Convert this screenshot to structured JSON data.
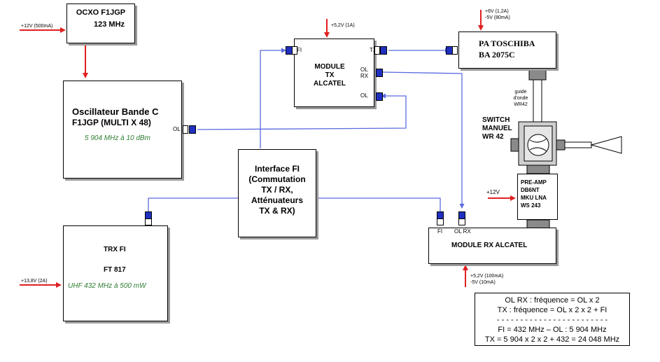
{
  "colors": {
    "signal_line": "#5a6adf",
    "power_arrow": "#e02020",
    "port": "#1f2fbf",
    "green_text": "#2e7d32"
  },
  "ocxo": {
    "title": "OCXO F1JGP",
    "freq": "123 MHz",
    "power": "+12V (500mA)"
  },
  "oscillator": {
    "line1": "Oscillateur Bande C",
    "line2": "F1JGP (MULTI X 48)",
    "freq": "5 904 MHz à 10 dBm",
    "port": "OL"
  },
  "module_tx": {
    "line1": "MODULE",
    "line2": "TX",
    "line3": "ALCATEL",
    "power": "+5,2V (1A)",
    "port_fi": "FI",
    "port_tx": "TX",
    "port_ol_rx_1": "OL",
    "port_ol_rx_2": "RX",
    "port_ol": "OL"
  },
  "pa": {
    "line1": "PA TOSCHIBA",
    "line2": "BA 2075C",
    "power1": "+6V (1,2A)",
    "power2": "-5V (80mA)"
  },
  "waveguide": {
    "line1": "guide",
    "line2": "d'onde",
    "line3": "WR42"
  },
  "switch": {
    "line1": "SWITCH",
    "line2": "MANUEL",
    "line3": "WR 42"
  },
  "preamp": {
    "line1": "PRE-AMP",
    "line2": "DB6NT",
    "line3": "MKU LNA",
    "line4": "WS 243",
    "power": "+12V"
  },
  "interface": {
    "line1": "Interface FI",
    "line2": "(Commutation",
    "line3": "TX / RX,",
    "line4": "Atténuateurs",
    "line5": "TX & RX)"
  },
  "trx": {
    "line1": "TRX FI",
    "line2": "FT 817",
    "freq": "UHF 432 MHz à 500 mW",
    "power": "+13,8V (2A)"
  },
  "module_rx": {
    "title": "MODULE RX ALCATEL",
    "port_fi": "FI",
    "port_ol_rx": "OL RX",
    "power1": "+5,2V (100mA)",
    "power2": "-5V (10mA)"
  },
  "formulas": {
    "line1": "OL RX : fréquence = OL x 2",
    "line2": "TX : fréquence = OL x 2 x 2 + FI",
    "line3": "- - - - - - - - - - - - - - - - - - - - - - - -",
    "line4": "FI = 432 MHz – OL : 5 904 MHz",
    "line5": "TX = 5 904 x 2 x 2 + 432 = 24 048 MHz"
  }
}
